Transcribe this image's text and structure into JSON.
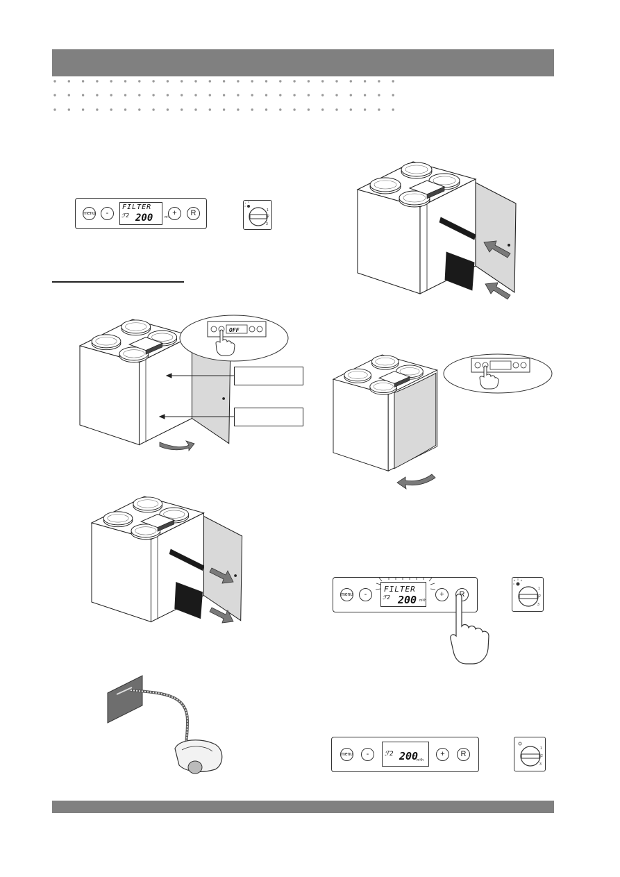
{
  "header": {
    "title": ""
  },
  "panel_top": {
    "menu_label": "menu",
    "minus_label": "-",
    "plus_label": "+",
    "reset_label": "R",
    "lcd_line1": "FILTER",
    "lcd_fan": "ℱ2",
    "lcd_value": "200",
    "lcd_unit": "m³/h"
  },
  "panel_reset": {
    "menu_label": "menu",
    "minus_label": "-",
    "plus_label": "+",
    "reset_label": "R",
    "lcd_line1": "FILTER",
    "lcd_fan": "ℱ2",
    "lcd_value": "200",
    "lcd_unit": "m³/h"
  },
  "panel_normal": {
    "menu_label": "menu",
    "minus_label": "-",
    "plus_label": "+",
    "reset_label": "R",
    "lcd_fan": "ℱ2",
    "lcd_value": "200",
    "lcd_unit": "m³/h"
  },
  "switch_off_bubble": {
    "lcd_text": "OFF"
  },
  "knob": {
    "positions": [
      "1",
      "2",
      "3"
    ]
  },
  "callouts": {
    "upper": "",
    "lower": ""
  },
  "colors": {
    "bar": "#808080",
    "filter_fill": "#1a1a1a",
    "arrow_fill": "#7a7a7a"
  }
}
